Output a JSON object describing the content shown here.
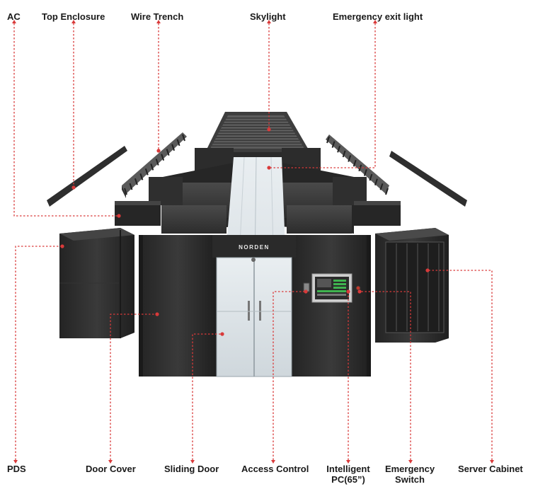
{
  "labels": {
    "ac": "AC",
    "top_enclosure": "Top Enclosure",
    "wire_trench": "Wire Trench",
    "skylight": "Skylight",
    "emergency_exit_light": "Emergency exit light",
    "pds": "PDS",
    "door_cover": "Door Cover",
    "sliding_door": "Sliding Door",
    "access_control": "Access Control",
    "intelligent_pc_1": "Intelligent",
    "intelligent_pc_2": "PC(65”)",
    "emergency_switch_1": "Emergency",
    "emergency_switch_2": "Switch",
    "server_cabinet": "Server Cabinet"
  },
  "brand": "NORDEN",
  "colors": {
    "leader": "#d93a3a",
    "cabinet_dark": "#2b2b2b",
    "cabinet_mid": "#3a3a3a",
    "glass": "#dfe6ea",
    "screen_green": "#3fb34f"
  }
}
